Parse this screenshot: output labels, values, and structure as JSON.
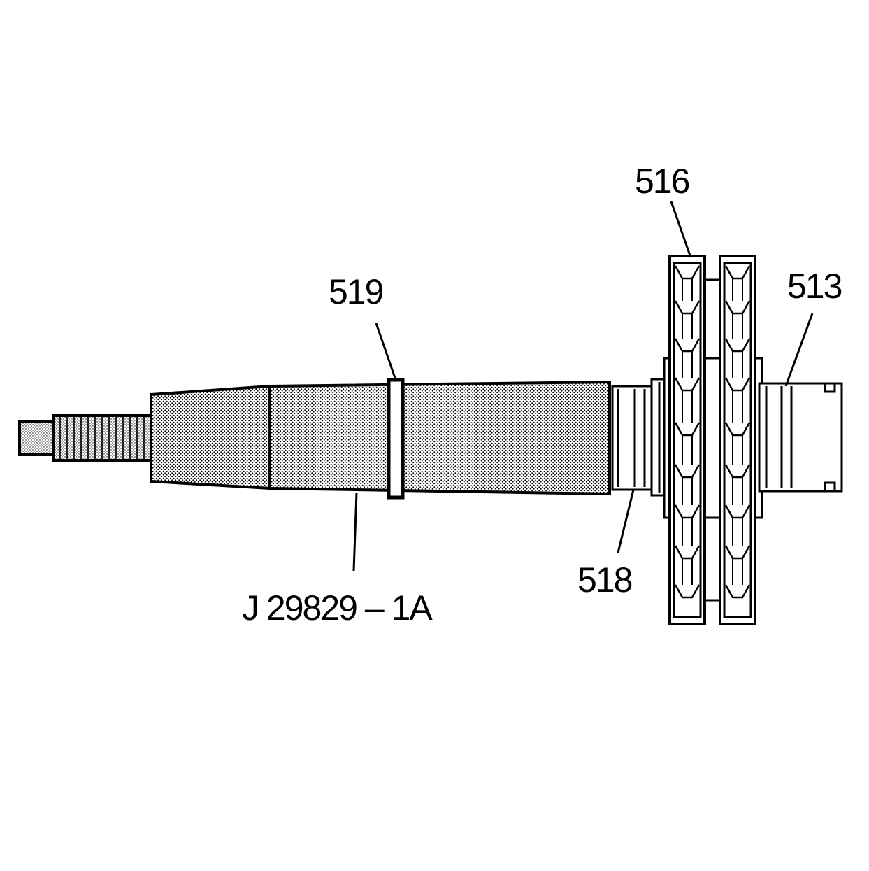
{
  "callouts": {
    "c516": "516",
    "c513": "513",
    "c519": "519",
    "c518": "518",
    "tool": "J 29829 – 1A"
  },
  "colors": {
    "ink": "#000000",
    "paper": "#ffffff",
    "stipple": "#000000"
  }
}
